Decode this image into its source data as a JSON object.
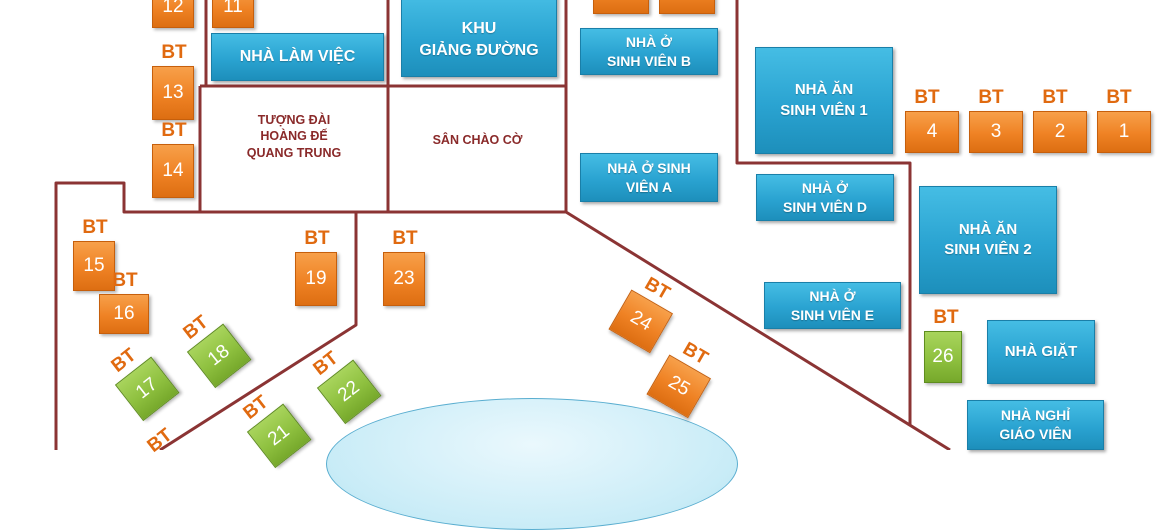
{
  "buildings": {
    "nha_lam_viec": "NHÀ LÀM VIỆC",
    "khu_giang_duong": "KHU\nGIẢNG ĐƯỜNG",
    "nha_o_sv_b": "NHÀ Ở\nSINH VIÊN B",
    "nha_o_sv_a": "NHÀ Ở SINH\nVIÊN A",
    "nha_an_sv_1": "NHÀ ĂN\nSINH VIÊN 1",
    "nha_o_sv_d": "NHÀ Ở\nSINH VIÊN D",
    "nha_an_sv_2": "NHÀ ĂN\nSINH VIÊN 2",
    "nha_o_sv_e": "NHÀ Ở\nSINH VIÊN E",
    "nha_giat": "NHÀ GIẶT",
    "nha_nghi_gv": "NHÀ NGHỈ\nGIÁO VIÊN"
  },
  "zones": {
    "tuong_dai": "TƯỢNG ĐÀI\nHOÀNG ĐẾ\nQUANG TRUNG",
    "san_chao_co": "SÂN CHÀO CỜ"
  },
  "villa_prefix": "BT",
  "villas": {
    "v11": "11",
    "v12": "12",
    "v13": "13",
    "v14": "14",
    "v1": "1",
    "v2": "2",
    "v3": "3",
    "v4": "4",
    "v15": "15",
    "v16": "16",
    "v17": "17",
    "v18": "18",
    "v19": "19",
    "v21": "21",
    "v22": "22",
    "v23": "23",
    "v24": "24",
    "v25": "25",
    "v26": "26"
  },
  "colors": {
    "building": "#2aa3d1",
    "villa_orange": "#ef8224",
    "villa_green": "#8ec03f",
    "boundary": "#8b3434",
    "lake": "#c9ecf7"
  }
}
